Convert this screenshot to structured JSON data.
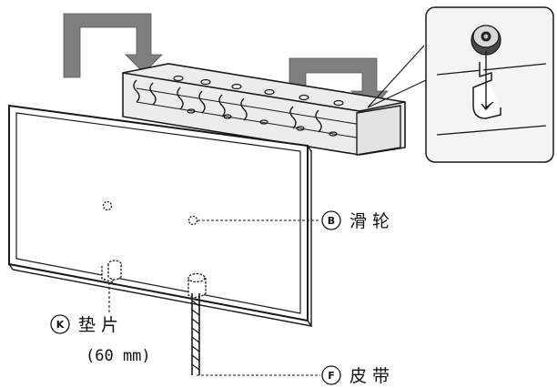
{
  "callouts": {
    "pulley": {
      "badge": "B",
      "text": "滑 轮"
    },
    "spacer": {
      "badge": "K",
      "text": "垫 片",
      "size": "(60 mm)"
    },
    "belt": {
      "badge": "F",
      "text": "皮 带"
    }
  },
  "colors": {
    "arrow_fill": "#7f7f7f",
    "line": "#1a1a1a",
    "detail_bg": "#f3f3f3",
    "bracket_fill": "#e8e8e8"
  }
}
